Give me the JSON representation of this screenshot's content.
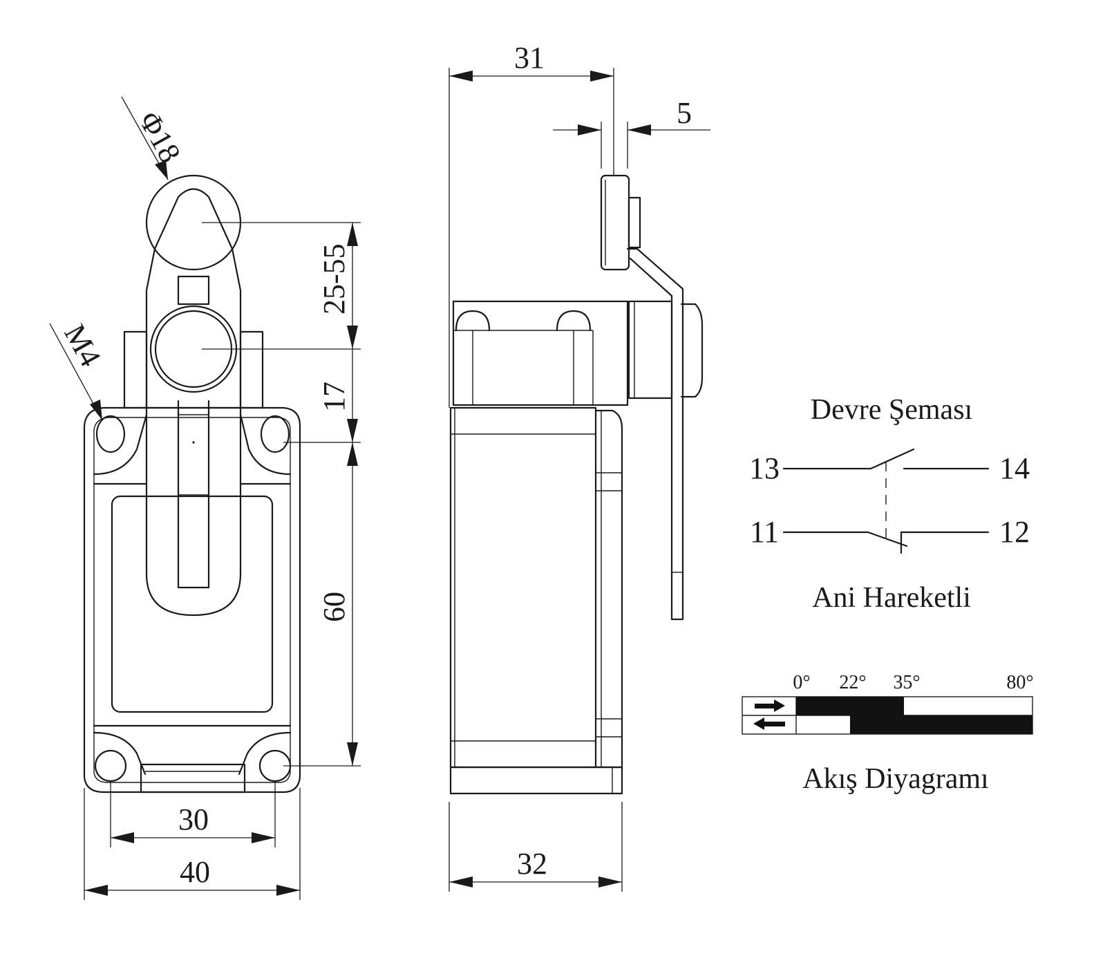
{
  "front_view": {
    "roller_diameter": "Φ18",
    "thread": "M4",
    "arm_adjust": "25-55",
    "arm_to_mount": "17",
    "mount_height": "60",
    "hole_spacing": "30",
    "body_width": "40"
  },
  "side_view": {
    "overall_depth": "31",
    "roller_width": "5",
    "body_depth": "32"
  },
  "circuit": {
    "title": "Devre Şeması",
    "no_terminal_in": "13",
    "no_terminal_out": "14",
    "nc_terminal_in": "11",
    "nc_terminal_out": "12",
    "caption": "Ani Hareketli"
  },
  "flow": {
    "angles": [
      "0°",
      "22°",
      "35°",
      "80°"
    ],
    "caption": "Akış Diyagramı"
  },
  "colors": {
    "ink": "#1a1a1a",
    "paper": "#ffffff"
  }
}
